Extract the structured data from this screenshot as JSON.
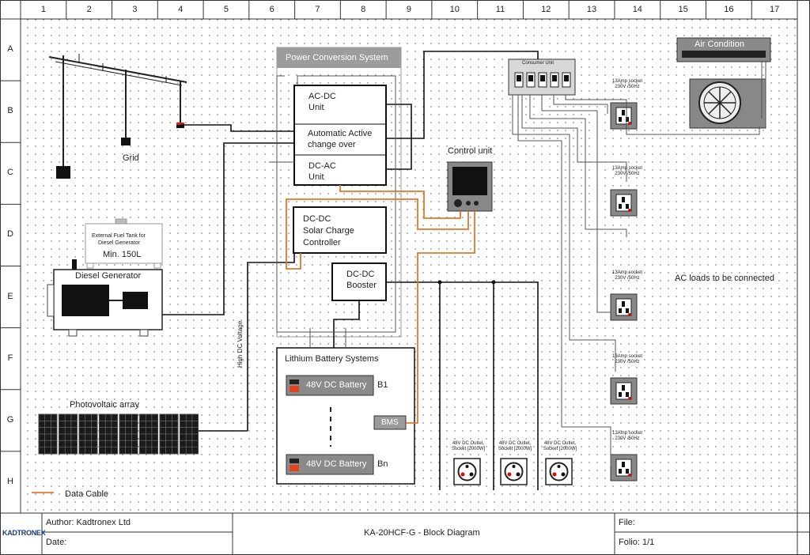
{
  "grid": {
    "columns": [
      "1",
      "2",
      "3",
      "4",
      "5",
      "6",
      "7",
      "8",
      "9",
      "10",
      "11",
      "12",
      "13",
      "14",
      "15",
      "16",
      "17"
    ],
    "rows": [
      "A",
      "B",
      "C",
      "D",
      "E",
      "F",
      "G",
      "H"
    ]
  },
  "components": {
    "grid_label": "Grid",
    "fuel_tank": {
      "line1": "External Fuel Tank for",
      "line2": "Diesel Generator",
      "capacity": "Min. 150L"
    },
    "diesel_generator": "Diesel Generator",
    "pv_array": "Photovoltaic array",
    "high_dc_voltage": "High DC Voltage",
    "pcs_title": "Power Conversion System",
    "acdc": {
      "line1": "AC-DC",
      "line2": "Unit"
    },
    "ato": {
      "line1": "Automatic Active",
      "line2": "change over"
    },
    "dcac": {
      "line1": "DC-AC",
      "line2": "Unit"
    },
    "solar_cc": {
      "line1": "DC-DC",
      "line2": "Solar Charge",
      "line3": "Controller"
    },
    "booster": {
      "line1": "DC-DC",
      "line2": "Booster"
    },
    "battery_title": "Lithium Battery Systems",
    "battery_b1": "48V DC Battery",
    "battery_bn": "48V DC Battery",
    "b1_tag": "B1",
    "bn_tag": "Bn",
    "bms": "BMS",
    "control_unit": "Control unit",
    "consumer_unit": "Consumer Unit",
    "air_condition": "Air Condition",
    "ac_socket_label": "13Amp socket 230V /50Hz",
    "dc_outlet_label": "48V DC Outlet, Socket [2000W]",
    "ac_loads": "AC loads to be connected",
    "data_cable": "Data Cable"
  },
  "title_block": {
    "logo": "KADTRONEX",
    "author": "Author: Kadtronex Ltd",
    "date": "Date:",
    "title": "KA-20HCF-G - Block Diagram",
    "file": "File:",
    "folio": "Folio: 1/1"
  },
  "colors": {
    "data_cable": "#e8742a",
    "wire": "#111111",
    "grey_wire": "#555555",
    "socket_red": "#cc1111",
    "bms_fill": "#9a9a9a",
    "battery_fill": "#8a8a8a",
    "pcs_header": "#9c9c9c"
  }
}
